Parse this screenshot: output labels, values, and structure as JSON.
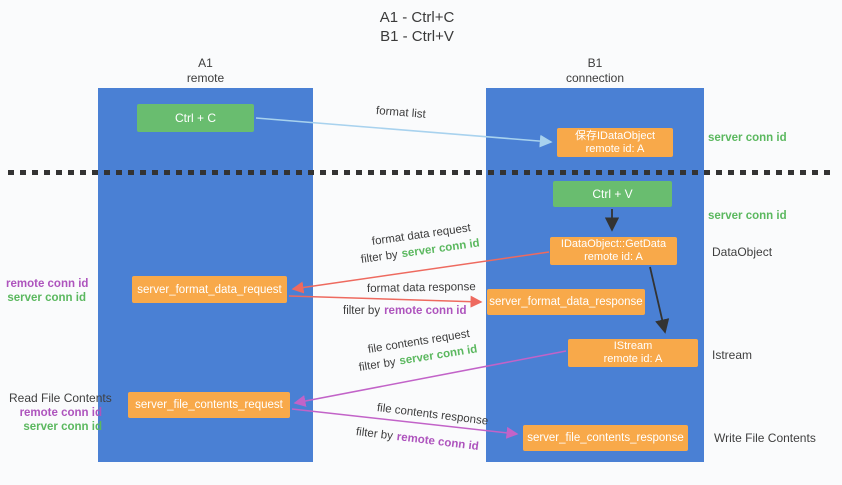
{
  "title": {
    "line1": "A1 - Ctrl+C",
    "line2": "B1 - Ctrl+V"
  },
  "columns": {
    "a": {
      "name": "A1",
      "role": "remote"
    },
    "b": {
      "name": "B1",
      "role": "connection"
    }
  },
  "nodes": {
    "ctrl_c": {
      "label": "Ctrl + C"
    },
    "save_idataobject": {
      "line1": "保存IDataObject",
      "line2": "remote id: A"
    },
    "ctrl_v": {
      "label": "Ctrl + V"
    },
    "getdata": {
      "line1": "IDataObject::GetData",
      "line2": "remote id: A"
    },
    "format_request": {
      "label": "server_format_data_request"
    },
    "format_response": {
      "label": "server_format_data_response"
    },
    "istream": {
      "line1": "IStream",
      "line2": "remote id: A"
    },
    "file_request": {
      "label": "server_file_contents_request"
    },
    "file_response": {
      "label": "server_file_contents_response"
    }
  },
  "edge_labels": {
    "format_list": "format list",
    "format_data_request": "format data request",
    "format_data_response": "format data response",
    "file_contents_request": "file contents request",
    "file_contents_response": "file contents response",
    "filter_by": "filter by",
    "server_conn_id": "server conn id",
    "remote_conn_id": "remote conn id"
  },
  "side_labels": {
    "server_conn_id": "server conn id",
    "remote_conn_id": "remote conn id",
    "dataobject": "DataObject",
    "istream": "Istream",
    "read_file_contents": "Read File Contents",
    "write_file_contents": "Write File Contents"
  },
  "colors": {
    "lane_blue": "#4a80d4",
    "box_green": "#69bd6f",
    "box_orange": "#f8a94a",
    "arrow_lightblue": "#a8d2ee",
    "arrow_red": "#ee6a5f",
    "arrow_magenta": "#c263c8",
    "arrow_black": "#333333",
    "text_green": "#5bb85f",
    "text_purple": "#ae54bd",
    "text_dark": "#3d3d3d"
  }
}
